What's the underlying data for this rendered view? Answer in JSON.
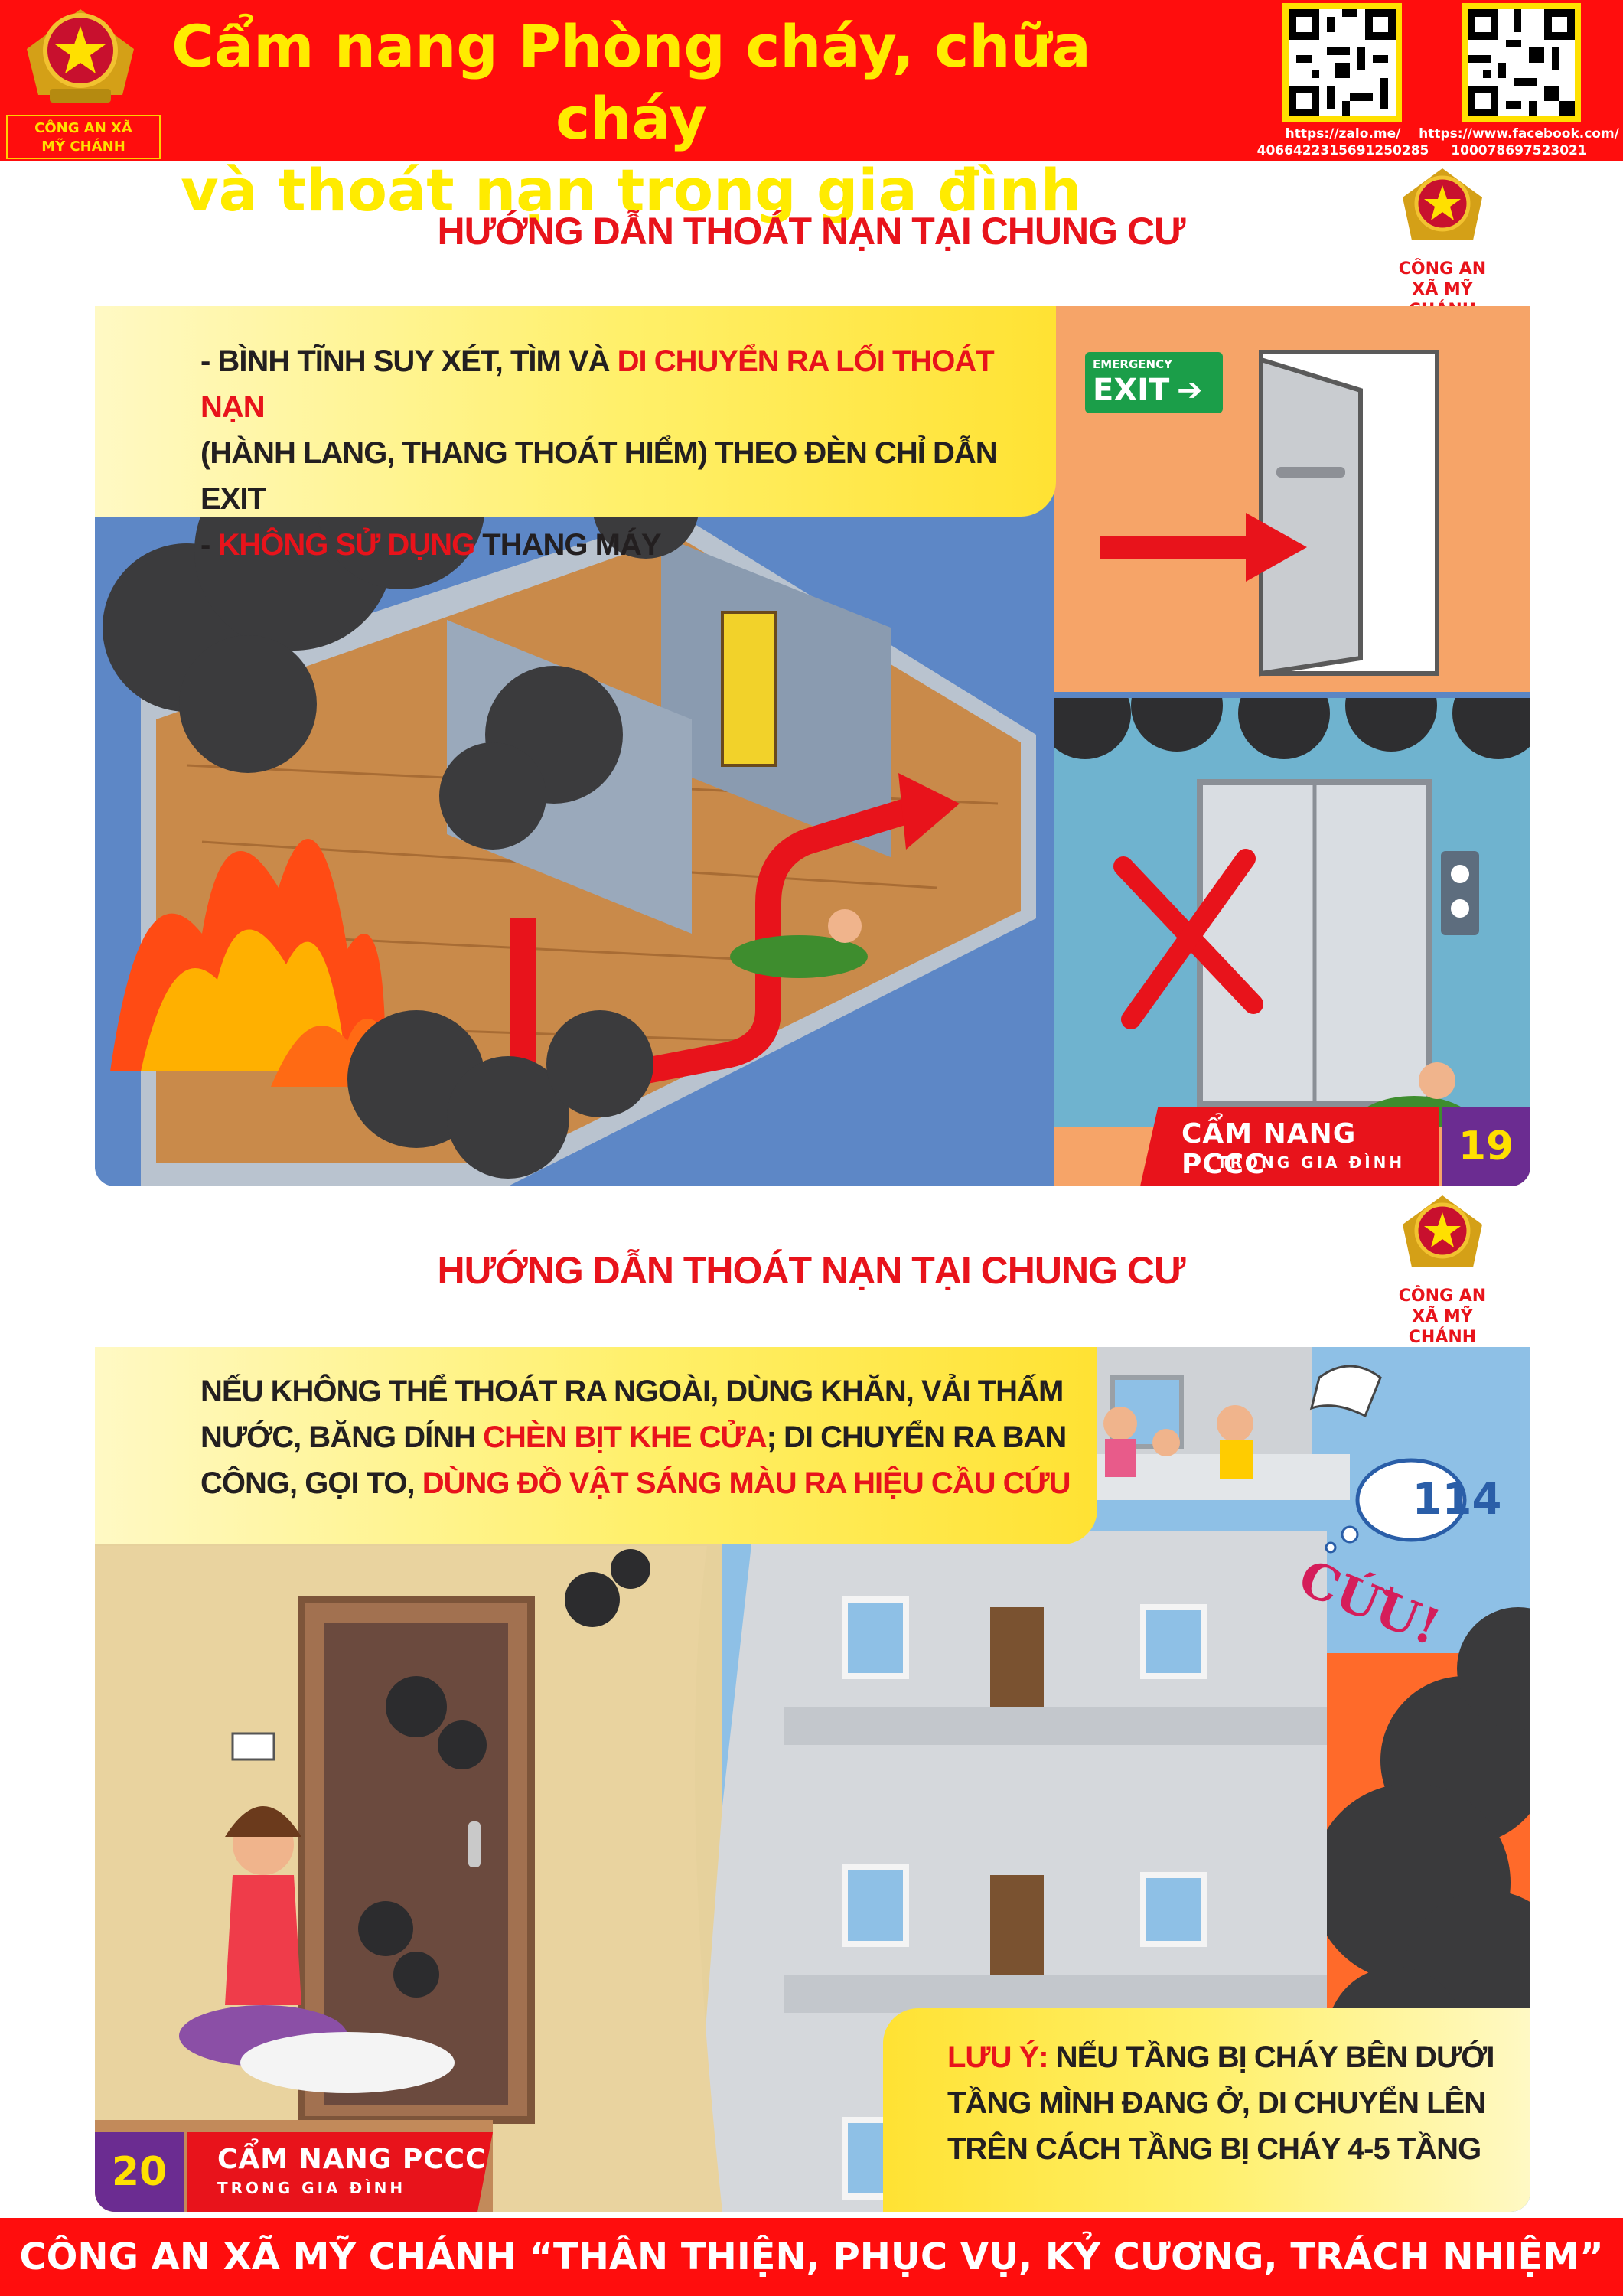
{
  "header": {
    "logo": "police-emblem",
    "unit_label_line1": "CÔNG AN XÃ",
    "unit_label_line2": "MỸ CHÁNH",
    "title_line1": "Cẩm nang Phòng cháy, chữa cháy",
    "title_line2": "và thoát nạn trong gia đình",
    "qr_zalo_line1": "https://zalo.me/",
    "qr_zalo_line2": "4066422315691250285",
    "qr_facebook_line1": "https://www.facebook.com/",
    "qr_facebook_line2": "100078697523021"
  },
  "card1": {
    "title": "HƯỚNG DẪN THOÁT NẠN TẠI CHUNG CƯ",
    "badge_line1": "CÔNG AN",
    "badge_line2": "XÃ MỸ CHÁNH",
    "line1_a": "- BÌNH TĨNH SUY XÉT, TÌM VÀ ",
    "line1_b": "DI CHUYỂN RA LỐI THOÁT NẠN",
    "line2": "(HÀNH LANG, THANG THOÁT HIỂM) THEO ĐÈN CHỈ DẪN EXIT",
    "line3_a": "- ",
    "line3_b": "KHÔNG SỬ DỤNG",
    "line3_c": " THANG MÁY",
    "exit_sign_small": "EMERGENCY",
    "exit_sign_big": "EXIT",
    "tag_line1": "CẨM NANG PCCC",
    "tag_line2": "TRONG GIA ĐÌNH",
    "page_number": "19"
  },
  "card2": {
    "title": "HƯỚNG DẪN THOÁT NẠN TẠI CHUNG CƯ",
    "badge_line1": "CÔNG AN",
    "badge_line2": "XÃ MỸ CHÁNH",
    "l1": "NẾU KHÔNG THỂ THOÁT RA NGOÀI, DÙNG KHĂN, VẢI THẤM",
    "l2_a": "NƯỚC, BĂNG DÍNH ",
    "l2_b": "CHÈN BỊT KHE CỬA",
    "l2_c": "; DI CHUYỂN RA BAN",
    "l3_a": "CÔNG, GỌI TO, ",
    "l3_b": "DÙNG ĐỒ VẬT SÁNG MÀU RA HIỆU CẦU CỨU",
    "bubble_number": "114",
    "shout": "CỨU!",
    "note_label": "LƯU Ý:",
    "note_l1": " NẾU TẦNG BỊ CHÁY BÊN DƯỚI",
    "note_l2": "TẦNG MÌNH ĐANG Ở, DI CHUYỂN LÊN",
    "note_l3": "TRÊN CÁCH TẦNG BỊ CHÁY 4-5 TẦNG",
    "tag_line1": "CẨM NANG PCCC",
    "tag_line2": "TRONG GIA ĐÌNH",
    "page_number": "20"
  },
  "footer": {
    "text": "CÔNG AN XÃ MỸ CHÁNH “THÂN THIỆN, PHỤC VỤ, KỶ CƯƠNG, TRÁCH NHIỆM”"
  },
  "colors": {
    "header_red": "#ff0d0d",
    "title_yellow": "#ffeb00",
    "text_red": "#e8131b",
    "page_purple": "#6b2c91",
    "page_num_yellow": "#ffe000"
  }
}
